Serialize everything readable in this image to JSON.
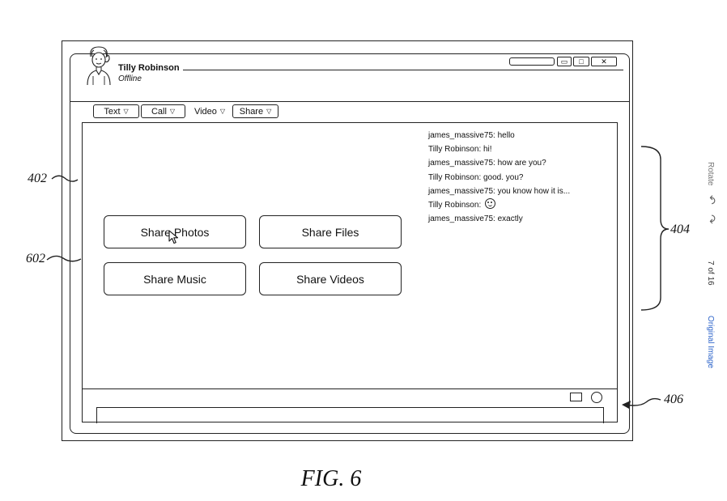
{
  "contact": {
    "name": "Tilly Robinson",
    "status": "Offline"
  },
  "window_controls": {
    "minimize": "▭",
    "maximize": "□",
    "close": "✕"
  },
  "menu": {
    "text": "Text",
    "call": "Call",
    "video": "Video",
    "share": "Share",
    "dropdown_glyph": "▽"
  },
  "share_buttons": {
    "photos": "Share Photos",
    "files": "Share Files",
    "music": "Share Music",
    "videos": "Share Videos"
  },
  "chat": [
    {
      "sender": "james_massive75",
      "message": "hello"
    },
    {
      "sender": "Tilly Robinson",
      "message": "hi!"
    },
    {
      "sender": "james_massive75",
      "message": "how are you?"
    },
    {
      "sender": "Tilly Robinson",
      "message": "good. you?"
    },
    {
      "sender": "james_massive75",
      "message": "you know how it is..."
    },
    {
      "sender": "Tilly Robinson",
      "message": "",
      "emoticon": "smiley-icon"
    },
    {
      "sender": "james_massive75",
      "message": "exactly"
    }
  ],
  "references": {
    "r402": "402",
    "r602": "602",
    "r404": "404",
    "r406": "406"
  },
  "figure_label": "FIG. 6",
  "viewer": {
    "rotate": "Rotate",
    "rotate_ccw_icon": "↶",
    "rotate_cw_icon": "↷",
    "page_counter": "7 of 16",
    "original_image": "Original Image"
  }
}
